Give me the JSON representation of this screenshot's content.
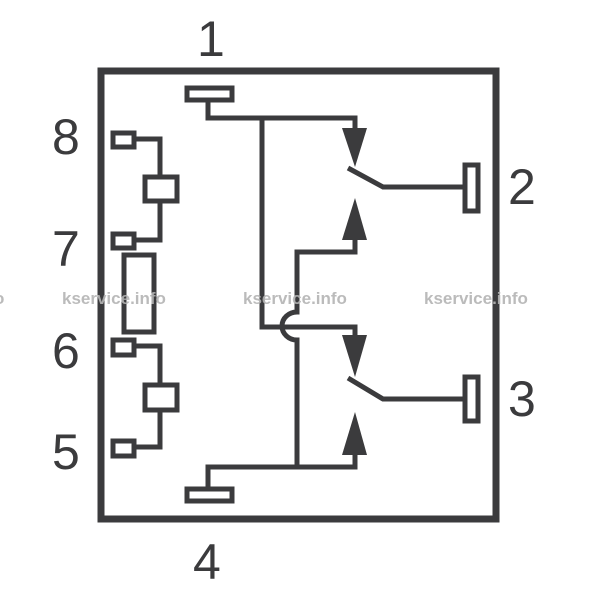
{
  "diagram": {
    "title": "Relay pinout (DPDT with coil)",
    "pins": {
      "p1": "1",
      "p2": "2",
      "p3": "3",
      "p4": "4",
      "p5": "5",
      "p6": "6",
      "p7": "7",
      "p8": "8"
    },
    "watermark": "kservice.info",
    "watermark_fragment": "o",
    "color": "#3b3b3d"
  }
}
